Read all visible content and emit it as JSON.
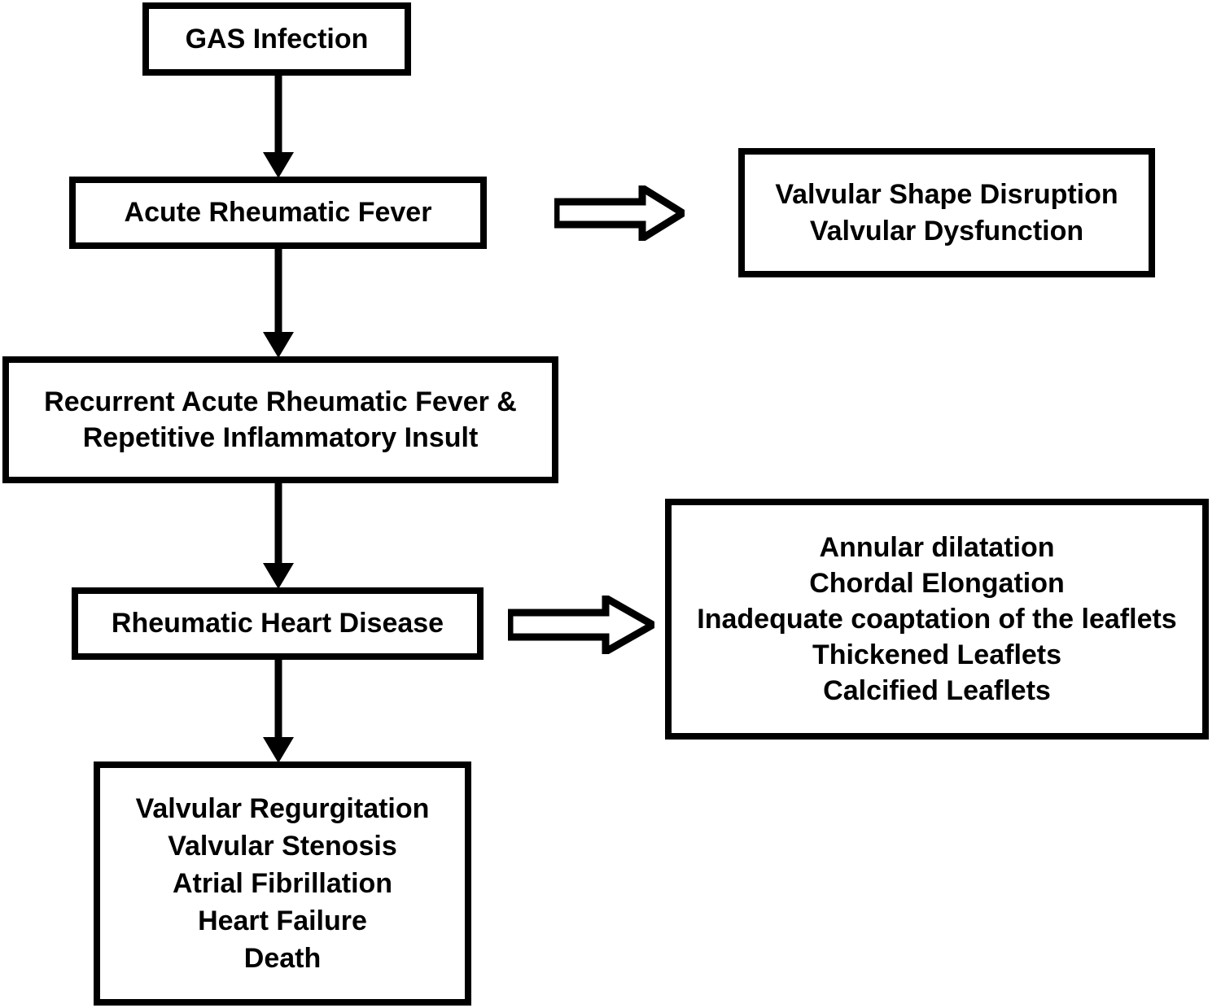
{
  "diagram": {
    "title": "Rheumatic Heart Disease Pathway Flowchart",
    "colors": {
      "stroke": "#000000",
      "fill": "#ffffff",
      "text": "#000000"
    },
    "nodes": {
      "gas_infection": {
        "lines": [
          "GAS Infection"
        ]
      },
      "acute_rheumatic_fever": {
        "lines": [
          "Acute Rheumatic Fever"
        ]
      },
      "recurrent_arf": {
        "lines": [
          "Recurrent Acute Rheumatic Fever &",
          "Repetitive Inflammatory Insult"
        ]
      },
      "rheumatic_heart_disease": {
        "lines": [
          "Rheumatic Heart Disease"
        ]
      },
      "outcomes": {
        "lines": [
          "Valvular Regurgitation",
          "Valvular Stenosis",
          "Atrial Fibrillation",
          "Heart Failure",
          "Death"
        ]
      },
      "valvular_shape": {
        "lines": [
          "Valvular Shape Disruption",
          "Valvular Dysfunction"
        ]
      },
      "leaflet_changes": {
        "lines": [
          "Annular dilatation",
          "Chordal Elongation",
          "Inadequate coaptation of the leaflets",
          "Thickened Leaflets",
          "Calcified Leaflets"
        ]
      }
    },
    "connectors": [
      {
        "name": "gas-to-arf",
        "type": "solid-down-arrow",
        "from": "gas_infection",
        "to": "acute_rheumatic_fever"
      },
      {
        "name": "arf-to-recurrent",
        "type": "solid-down-arrow",
        "from": "acute_rheumatic_fever",
        "to": "recurrent_arf"
      },
      {
        "name": "recurrent-to-rhd",
        "type": "solid-down-arrow",
        "from": "recurrent_arf",
        "to": "rheumatic_heart_disease"
      },
      {
        "name": "rhd-to-outcomes",
        "type": "solid-down-arrow",
        "from": "rheumatic_heart_disease",
        "to": "outcomes"
      },
      {
        "name": "arf-to-valvular-shape",
        "type": "hollow-block-arrow-right",
        "from": "acute_rheumatic_fever",
        "to": "valvular_shape"
      },
      {
        "name": "rhd-to-leaflets",
        "type": "hollow-block-arrow-right",
        "from": "rheumatic_heart_disease",
        "to": "leaflet_changes"
      }
    ]
  }
}
